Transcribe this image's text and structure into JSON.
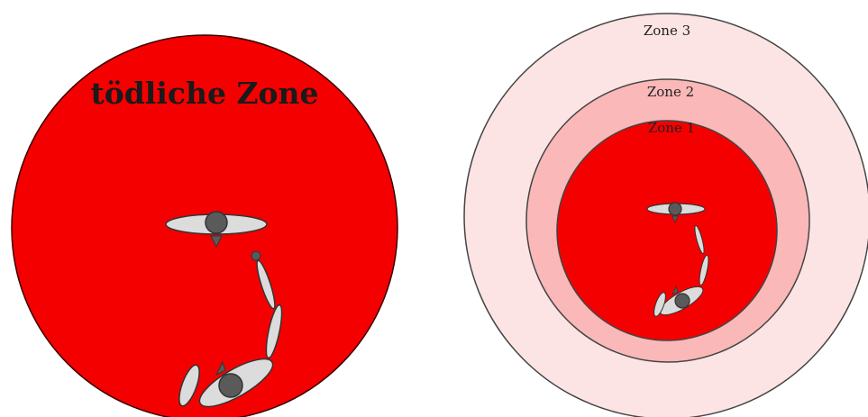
{
  "left_diagram": {
    "label": "tödliche Zone"
  },
  "right_diagram": {
    "zones": [
      {
        "label": "Zone 3",
        "color": "#fde4e4"
      },
      {
        "label": "Zone 2",
        "color": "#fbb8b8"
      },
      {
        "label": "Zone 1",
        "color": "#f50000"
      }
    ]
  },
  "colors": {
    "deadly_zone": "#f50000",
    "figure_fill": "#dcdcdc",
    "head_fill": "#5a5a5a",
    "outline": "#333333"
  }
}
